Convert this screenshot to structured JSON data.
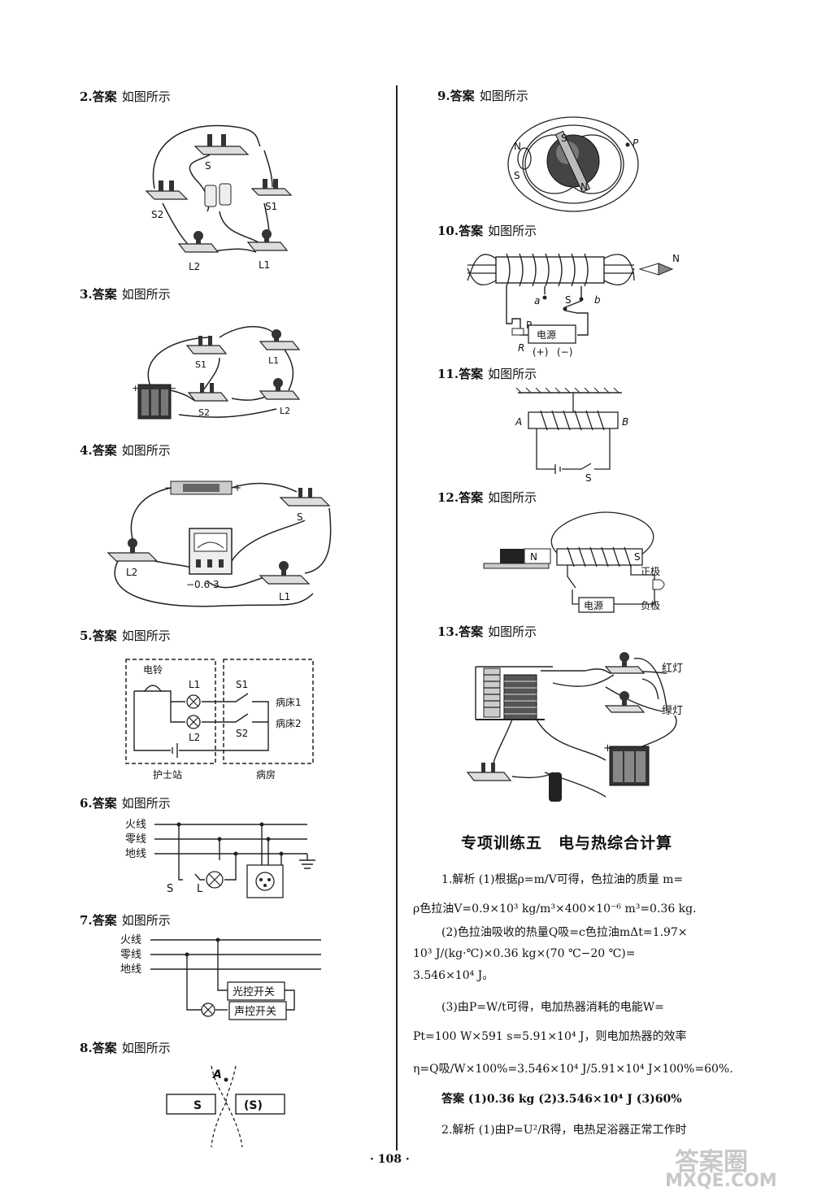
{
  "answer_word": "答案",
  "see_figure": "如图所示",
  "left_items": [
    {
      "num": "2.",
      "figure_labels": [
        "S",
        "S2",
        "S1",
        "L2",
        "L1"
      ]
    },
    {
      "num": "3.",
      "figure_labels": [
        "L1",
        "S1",
        "S2",
        "L2",
        "+",
        "−"
      ]
    },
    {
      "num": "4.",
      "figure_labels": [
        "−",
        "+",
        "S",
        "L2",
        "−0.6 3",
        "L1"
      ]
    },
    {
      "num": "5.",
      "figure_labels": [
        "电铃",
        "L1",
        "L2",
        "S1",
        "S2",
        "病床1",
        "病床2",
        "护士站",
        "病房"
      ]
    },
    {
      "num": "6.",
      "figure_labels": [
        "火线",
        "零线",
        "地线",
        "S",
        "L"
      ]
    },
    {
      "num": "7.",
      "figure_labels": [
        "火线",
        "零线",
        "地线",
        "光控开关",
        "声控开关"
      ]
    },
    {
      "num": "8.",
      "figure_labels": [
        "A",
        "S",
        "(S)"
      ]
    }
  ],
  "right_items": [
    {
      "num": "9.",
      "figure_labels": [
        "N",
        "S",
        "S",
        "N",
        "P"
      ]
    },
    {
      "num": "10.",
      "figure_labels": [
        "N",
        "a",
        "S",
        "b",
        "P",
        "电源",
        "R",
        "(+)",
        "(−)"
      ]
    },
    {
      "num": "11.",
      "figure_labels": [
        "A",
        "B",
        "S"
      ]
    },
    {
      "num": "12.",
      "figure_labels": [
        "N",
        "S",
        "正极",
        "负极",
        "电源"
      ]
    },
    {
      "num": "13.",
      "figure_labels": [
        "红灯",
        "绿灯",
        "+"
      ]
    }
  ],
  "section_title": "专项训练五　电与热综合计算",
  "solution_lines": [
    "1.解析 (1)根据ρ=m/V可得，色拉油的质量 m=",
    "ρ色拉油V=0.9×10³ kg/m³×400×10⁻⁶ m³=0.36 kg.",
    "(2)色拉油吸收的热量Q吸=c色拉油mΔt=1.97×",
    "10³ J/(kg·℃)×0.36 kg×(70 ℃−20 ℃)=",
    "3.546×10⁴ J。",
    "(3)由P=W/t可得，电加热器消耗的电能W=",
    "Pt=100 W×591 s=5.91×10⁴ J，则电加热器的效率",
    "η=Q吸/W×100%=3.546×10⁴ J/5.91×10⁴ J×100%=60%.",
    "答案 (1)0.36 kg (2)3.546×10⁴ J (3)60%",
    "2.解析 (1)由P=U²/R得，电热足浴器正常工作时"
  ],
  "page_number": "· 108 ·",
  "watermark": "MXQE.COM",
  "watermark_cn": "答案圈"
}
